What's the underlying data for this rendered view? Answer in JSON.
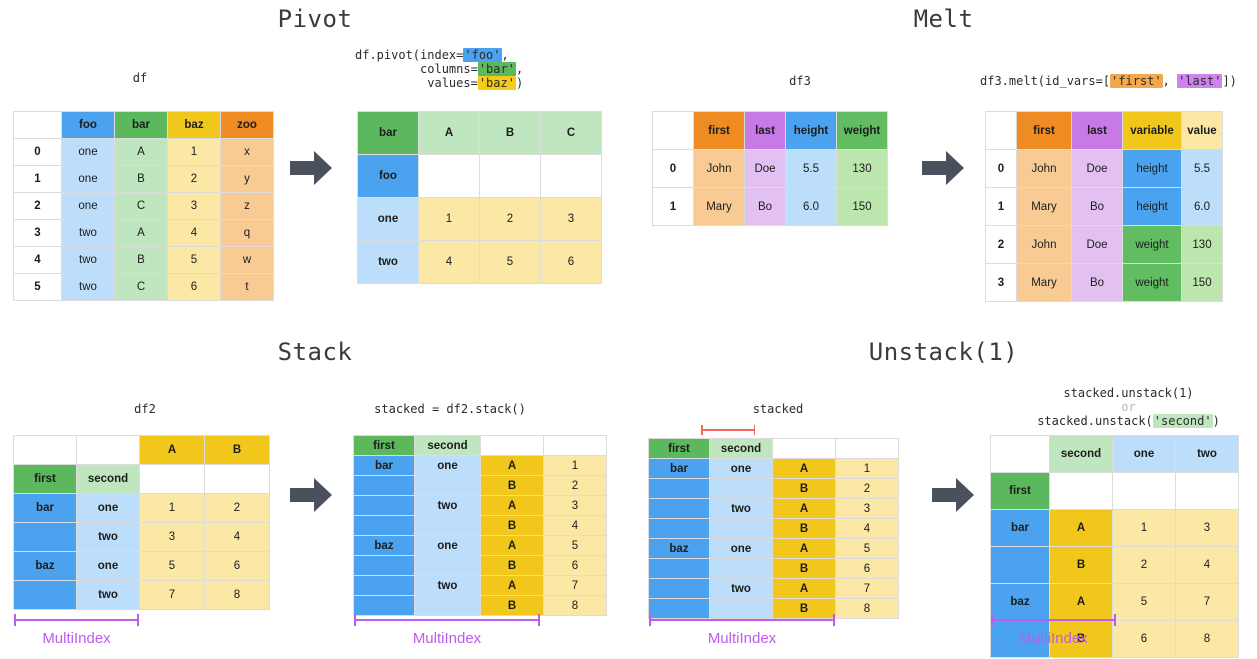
{
  "sections": {
    "pivot": {
      "title": "Pivot",
      "source_caption": "df",
      "code_lines": [
        [
          {
            "t": "df.pivot(index=",
            "h": null
          },
          {
            "t": "'foo'",
            "h": "blue"
          },
          {
            "t": ",",
            "h": null
          }
        ],
        [
          {
            "t": "         columns=",
            "h": null
          },
          {
            "t": "'bar'",
            "h": "green"
          },
          {
            "t": ",",
            "h": null
          }
        ],
        [
          {
            "t": "          values=",
            "h": null
          },
          {
            "t": "'baz'",
            "h": "yellow"
          },
          {
            "t": ")",
            "h": null
          }
        ]
      ],
      "source_table": {
        "headers": [
          "",
          "foo",
          "bar",
          "baz",
          "zoo"
        ],
        "index": [
          "0",
          "1",
          "2",
          "3",
          "4",
          "5"
        ],
        "rows": [
          [
            "one",
            "A",
            "1",
            "x"
          ],
          [
            "one",
            "B",
            "2",
            "y"
          ],
          [
            "one",
            "C",
            "3",
            "z"
          ],
          [
            "two",
            "A",
            "4",
            "q"
          ],
          [
            "two",
            "B",
            "5",
            "w"
          ],
          [
            "two",
            "C",
            "6",
            "t"
          ]
        ]
      },
      "result_table": {
        "corner_top": "bar",
        "corner_bottom": "foo",
        "columns": [
          "A",
          "B",
          "C"
        ],
        "index": [
          "one",
          "two"
        ],
        "rows": [
          [
            "1",
            "2",
            "3"
          ],
          [
            "4",
            "5",
            "6"
          ]
        ]
      }
    },
    "melt": {
      "title": "Melt",
      "source_caption": "df3",
      "code_line": [
        {
          "t": "df3.melt(id_vars=[",
          "h": null
        },
        {
          "t": "'first'",
          "h": "orange"
        },
        {
          "t": ", ",
          "h": null
        },
        {
          "t": "'last'",
          "h": "purple"
        },
        {
          "t": "])",
          "h": null
        }
      ],
      "source_table": {
        "headers": [
          "",
          "first",
          "last",
          "height",
          "weight"
        ],
        "index": [
          "0",
          "1"
        ],
        "rows": [
          [
            "John",
            "Doe",
            "5.5",
            "130"
          ],
          [
            "Mary",
            "Bo",
            "6.0",
            "150"
          ]
        ]
      },
      "result_table": {
        "headers": [
          "",
          "first",
          "last",
          "variable",
          "value"
        ],
        "index": [
          "0",
          "1",
          "2",
          "3"
        ],
        "rows": [
          [
            "John",
            "Doe",
            "height",
            "5.5"
          ],
          [
            "Mary",
            "Bo",
            "height",
            "6.0"
          ],
          [
            "John",
            "Doe",
            "weight",
            "130"
          ],
          [
            "Mary",
            "Bo",
            "weight",
            "150"
          ]
        ]
      }
    },
    "stack": {
      "title": "Stack",
      "source_caption": "df2",
      "result_caption": "stacked = df2.stack()",
      "multiindex_label": "MultiIndex",
      "source_table": {
        "col_headers": [
          "A",
          "B"
        ],
        "index_names": [
          "first",
          "second"
        ],
        "index_level0": [
          "bar",
          "",
          "baz",
          ""
        ],
        "index_level1": [
          "one",
          "two",
          "one",
          "two"
        ],
        "rows": [
          [
            "1",
            "2"
          ],
          [
            "3",
            "4"
          ],
          [
            "5",
            "6"
          ],
          [
            "7",
            "8"
          ]
        ]
      },
      "result_table": {
        "index_names": [
          "first",
          "second"
        ],
        "rows": [
          {
            "l0": "bar",
            "l1": "one",
            "k": "A",
            "v": "1"
          },
          {
            "l0": "",
            "l1": "",
            "k": "B",
            "v": "2"
          },
          {
            "l0": "",
            "l1": "two",
            "k": "A",
            "v": "3"
          },
          {
            "l0": "",
            "l1": "",
            "k": "B",
            "v": "4"
          },
          {
            "l0": "baz",
            "l1": "one",
            "k": "A",
            "v": "5"
          },
          {
            "l0": "",
            "l1": "",
            "k": "B",
            "v": "6"
          },
          {
            "l0": "",
            "l1": "two",
            "k": "A",
            "v": "7"
          },
          {
            "l0": "",
            "l1": "",
            "k": "B",
            "v": "8"
          }
        ]
      }
    },
    "unstack": {
      "title": "Unstack(1)",
      "source_caption": "stacked",
      "result_code_lines": [
        [
          {
            "t": "stacked.unstack(1)",
            "h": null
          }
        ],
        [
          {
            "t": "or",
            "h": "dim"
          }
        ],
        [
          {
            "t": "stacked.unstack(",
            "h": null
          },
          {
            "t": "'second'",
            "h": "lgreen"
          },
          {
            "t": ")",
            "h": null
          }
        ]
      ],
      "multiindex_label": "MultiIndex",
      "source_table": {
        "index_names": [
          "first",
          "second"
        ],
        "rows": [
          {
            "l0": "bar",
            "l1": "one",
            "k": "A",
            "v": "1"
          },
          {
            "l0": "",
            "l1": "",
            "k": "B",
            "v": "2"
          },
          {
            "l0": "",
            "l1": "two",
            "k": "A",
            "v": "3"
          },
          {
            "l0": "",
            "l1": "",
            "k": "B",
            "v": "4"
          },
          {
            "l0": "baz",
            "l1": "one",
            "k": "A",
            "v": "5"
          },
          {
            "l0": "",
            "l1": "",
            "k": "B",
            "v": "6"
          },
          {
            "l0": "",
            "l1": "two",
            "k": "A",
            "v": "7"
          },
          {
            "l0": "",
            "l1": "",
            "k": "B",
            "v": "8"
          }
        ]
      },
      "result_table": {
        "col_name": "second",
        "columns": [
          "one",
          "two"
        ],
        "index_name": "first",
        "rows": [
          {
            "l0": "bar",
            "k": "A",
            "v": [
              "1",
              "3"
            ]
          },
          {
            "l0": "",
            "k": "B",
            "v": [
              "2",
              "4"
            ]
          },
          {
            "l0": "baz",
            "k": "A",
            "v": [
              "5",
              "7"
            ]
          },
          {
            "l0": "",
            "k": "B",
            "v": [
              "6",
              "8"
            ]
          }
        ]
      }
    }
  },
  "icons": {
    "arrow": "right-arrow-icon"
  },
  "colors": {
    "blue": "#4ba3f0",
    "blue_light": "#bcdefa",
    "green": "#5cb85c",
    "green_light": "#bfe6bf",
    "yellow": "#f2c71c",
    "yellow_light": "#fae8a4",
    "orange": "#ef8b23",
    "orange_light": "#f8cb95",
    "purple": "#c77ae6",
    "purple_light": "#e2c0f2",
    "multiindex": "#bd5cf0",
    "red_bracket": "#f2675c",
    "arrow": "#4a505c"
  }
}
